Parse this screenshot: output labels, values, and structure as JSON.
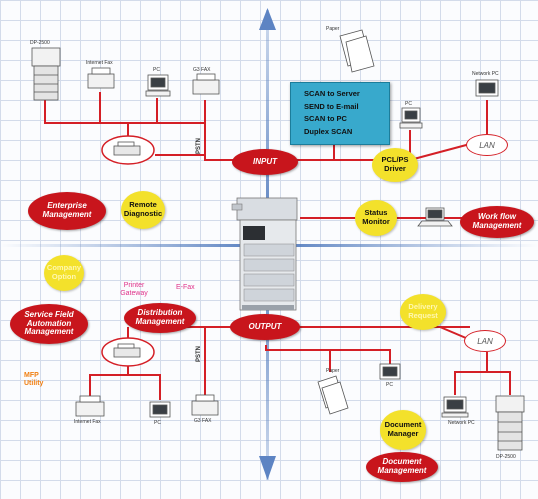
{
  "labels": {
    "dp2500_top": "DP-2500",
    "internet_fax_top": "Internet Fax",
    "pc_top": "PC",
    "g3fax_top": "G3 FAX",
    "paper_top": "Paper",
    "network_pc_top": "Network PC",
    "pc_right": "PC",
    "pstn_top": "PSTN",
    "pstn_bottom": "PSTN",
    "internet_fax_bottom": "Internet Fax",
    "pc_bottom_left": "PC",
    "g3fax_bottom": "G3 FAX",
    "paper_bottom": "Paper",
    "pc_bottom": "PC",
    "network_pc_bottom": "Network PC",
    "dp2500_bottom": "DP-2500",
    "lan_top": "LAN",
    "lan_bottom": "LAN"
  },
  "scan_box": [
    "SCAN to Server",
    "SEND to E-mail",
    "SCAN to PC",
    "Duplex SCAN"
  ],
  "red_ovals": {
    "input": "INPUT",
    "output": "OUTPUT",
    "enterprise": "Enterprise Management",
    "service": "Service Field Automation Management",
    "distribution": "Distribution Management",
    "workflow": "Work flow Management",
    "document": "Document Management"
  },
  "yellow_ovals": {
    "pcl": "PCL/PS Driver",
    "remote": "Remote Diagnostic",
    "status": "Status Monitor",
    "company": "Company Option",
    "delivery": "Delivery Request",
    "docmgr": "Document Manager"
  },
  "misc": {
    "printer_gateway": "Printer Gateway",
    "efax": "E-Fax",
    "mfp": "MFP Utility"
  },
  "colors": {
    "wire": "#d41f26",
    "axis": "#6b8fc7",
    "oval_red": "#c8151c",
    "oval_yellow": "#f3e12b",
    "scan_box": "#38a9cc"
  }
}
